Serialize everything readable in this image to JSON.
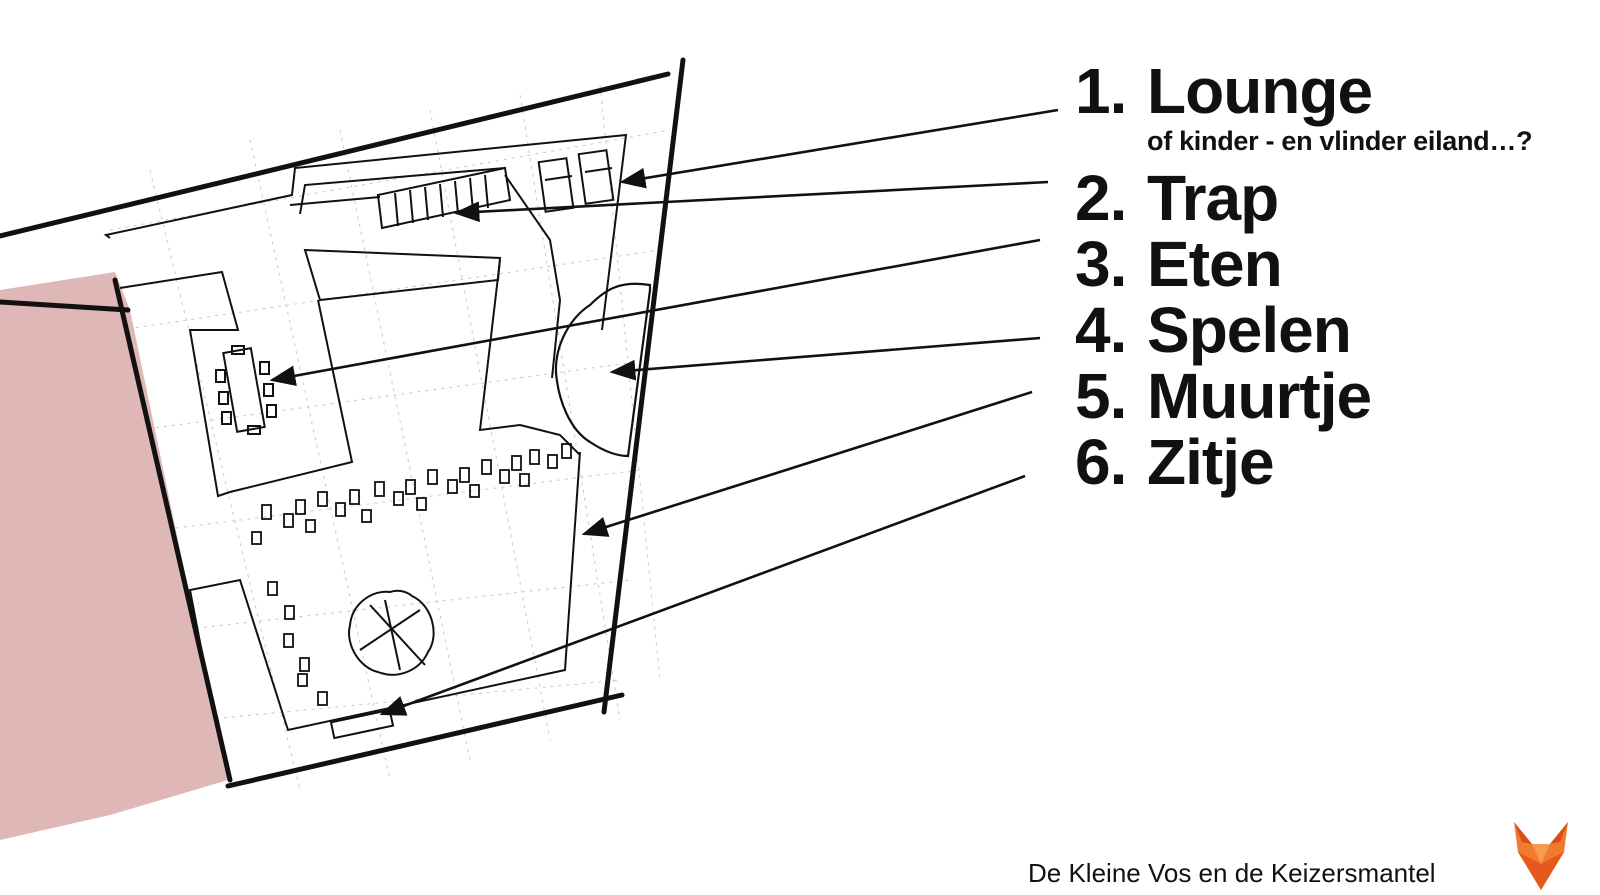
{
  "legend": {
    "items": [
      {
        "num": "1.",
        "label": "Lounge"
      },
      {
        "num": "2.",
        "label": "Trap"
      },
      {
        "num": "3.",
        "label": "Eten"
      },
      {
        "num": "4.",
        "label": "Spelen"
      },
      {
        "num": "5.",
        "label": "Muurtje"
      },
      {
        "num": "6.",
        "label": "Zitje"
      }
    ],
    "lounge_sub": "of kinder - en vlinder eiland…?"
  },
  "footer": {
    "brand": "De Kleine Vos en de Keizersmantel",
    "logo_icon": "fox-head-icon",
    "logo_color": "#f07a2d"
  },
  "colors": {
    "neighbor_area": "#d9aaaa",
    "ink": "#111111"
  }
}
